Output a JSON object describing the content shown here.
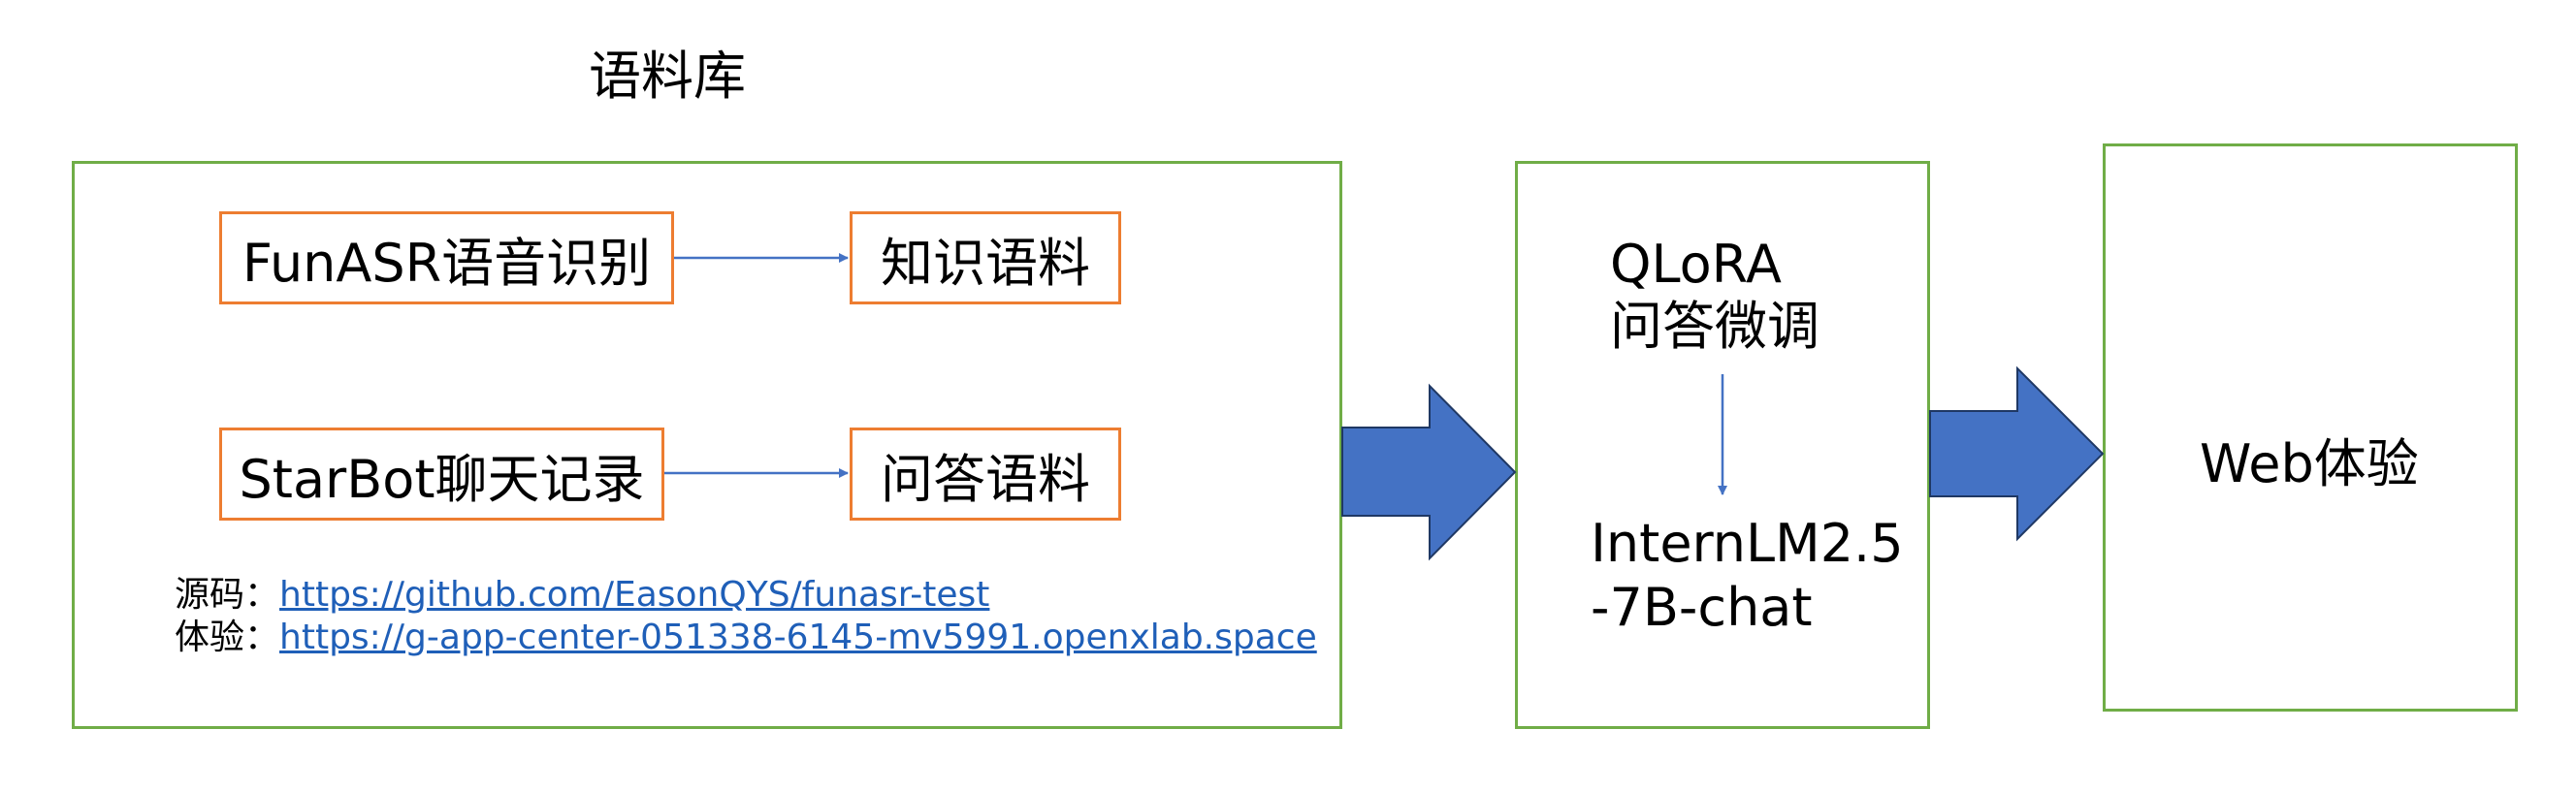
{
  "corpus": {
    "title": "语料库",
    "asr_box": "FunASR语音识别",
    "knowledge_box": "知识语料",
    "starbot_box": "StarBot聊天记录",
    "qa_box": "问答语料",
    "source_label": "源码：",
    "source_url": "https://github.com/EasonQYS/funasr-test",
    "demo_label": "体验：",
    "demo_url": "https://g-app-center-051338-6145-mv5991.openxlab.space"
  },
  "finetune": {
    "method_line1": "QLoRA",
    "method_line2": "问答微调",
    "model_line1": "InternLM2.5",
    "model_line2": "-7B-chat"
  },
  "web": {
    "label": "Web体验"
  },
  "colors": {
    "container_border": "#70ad47",
    "box_border": "#ed7d31",
    "arrow_fill": "#4472c4",
    "arrow_stroke": "#1f3864",
    "link": "#1f5fb8"
  }
}
